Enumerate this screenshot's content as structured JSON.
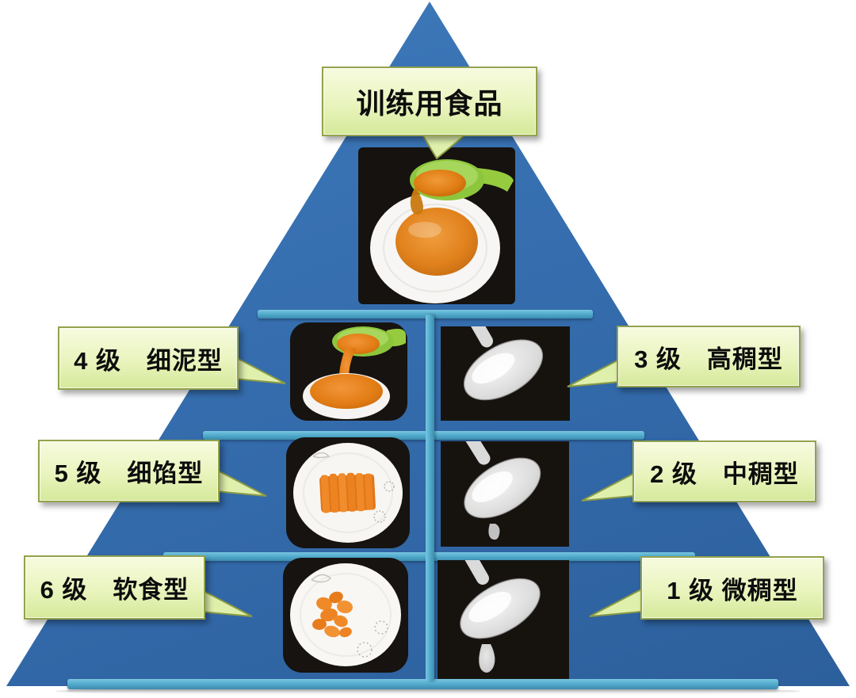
{
  "diagram": {
    "kind": "food-texture-pyramid",
    "callouts": {
      "top": "训练用食品",
      "left": [
        "4 级　细泥型",
        "5 级　细馅型",
        "6 级　软食型"
      ],
      "right": [
        "3 级　高稠型",
        "2 级　中稠型",
        "1 级 微稠型"
      ]
    },
    "colors": {
      "pyramid_blue": "#356DAE",
      "divider_teal": "#4EA8CA",
      "callout_fill": "#E9F4BD",
      "callout_border": "#93A24C",
      "text": "#0D0D0D",
      "photo_background": "#16130F",
      "puree_orange": "#E8831E",
      "spoon_green": "#8DC63C",
      "gel_white": "#EDEDED"
    }
  }
}
